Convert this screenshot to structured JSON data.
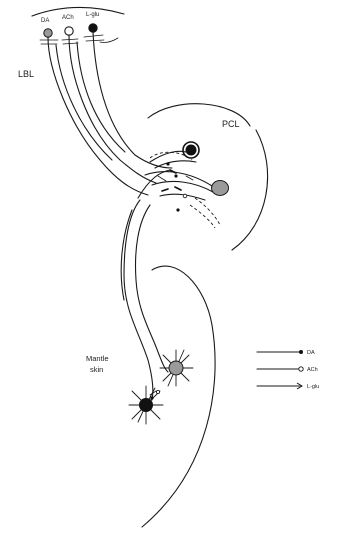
{
  "labels": {
    "region_left_body": "LBL",
    "region_pedal_lobe": "PCL",
    "mantle_line1": "Mantle",
    "mantle_line2": "skin"
  },
  "neurons_top": [
    {
      "label": "DA",
      "fill": "#9a9a9a"
    },
    {
      "label": "ACh",
      "fill": "#ffffff"
    },
    {
      "label": "L-glu",
      "fill": "#111111"
    }
  ],
  "legend": [
    {
      "label": "DA",
      "terminal": "filled-dot"
    },
    {
      "label": "ACh",
      "terminal": "open-circle"
    },
    {
      "label": "L-glu",
      "terminal": "arrow"
    }
  ],
  "colors": {
    "ink": "#1a1a1a",
    "gray_soma": "#9a9a9a",
    "background": "#ffffff"
  }
}
